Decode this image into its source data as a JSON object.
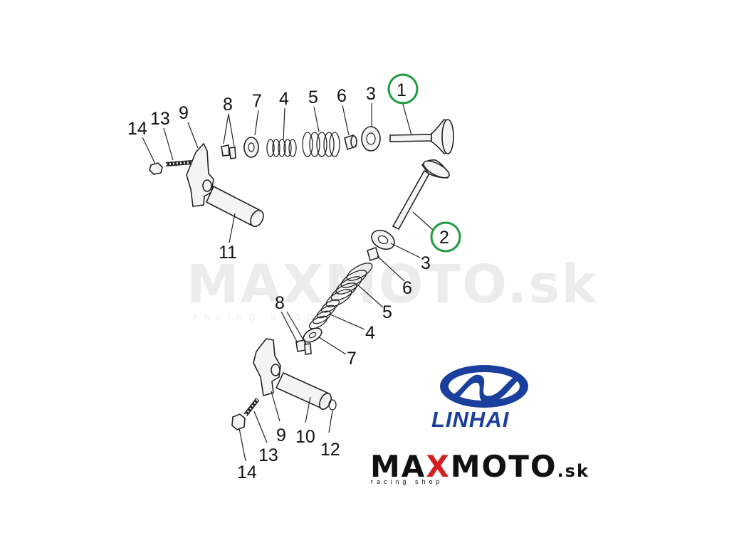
{
  "diagram": {
    "labels_upper": [
      "14",
      "13",
      "9",
      "8",
      "7",
      "4",
      "5",
      "6",
      "3",
      "1",
      "11"
    ],
    "labels_lower": [
      "2",
      "3",
      "6",
      "5",
      "4",
      "8",
      "7",
      "9",
      "10",
      "12",
      "13",
      "14"
    ]
  },
  "watermark": {
    "brand": "MAXMOTO.sk",
    "tagline": "racing shop"
  },
  "linhai": {
    "text": "LINHAI",
    "color": "#1a3f9c"
  },
  "maxmoto": {
    "max": "MA",
    "x": "X",
    "moto": "MOTO",
    "sk": ".sk",
    "tagline": "racing shop",
    "accent": "#d42020"
  },
  "highlight_color": "#1f9a3e"
}
